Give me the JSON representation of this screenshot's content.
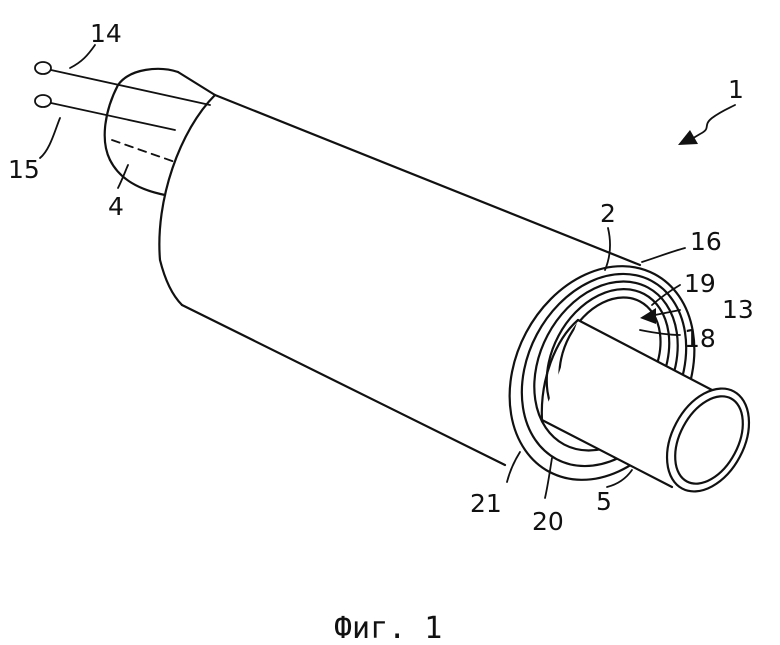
{
  "labels": {
    "l1": "1",
    "l2": "2",
    "l4": "4",
    "l5": "5",
    "l13": "13",
    "l14": "14",
    "l15": "15",
    "l16": "16",
    "l18": "18",
    "l19": "19",
    "l20": "20",
    "l21": "21"
  },
  "caption": "Фиг. 1"
}
